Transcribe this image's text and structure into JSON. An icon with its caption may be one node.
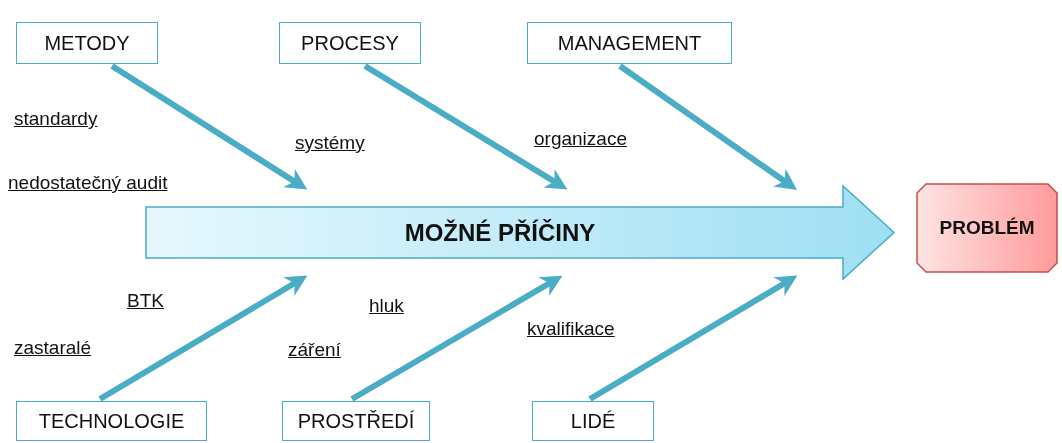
{
  "diagram": {
    "nodes": [
      {
        "text": [
          "METODY"
        ]
      },
      {
        "text": [
          "PROCESY"
        ]
      },
      {
        "text": [
          "MANAGEMENT"
        ]
      },
      {
        "text": [
          "MOŽNÉ PŘÍČINY"
        ]
      },
      {
        "text": [
          "PROBLÉM"
        ]
      },
      {
        "text": [
          "TECHNOLOGIE"
        ]
      },
      {
        "text": [
          "PROSTŘEDÍ"
        ]
      },
      {
        "text": [
          "LIDÉ"
        ]
      }
    ],
    "edges": [
      {
        "from": 0,
        "to": 3,
        "arrow": "to"
      },
      {
        "from": 1,
        "to": 3,
        "arrow": "to"
      },
      {
        "from": 2,
        "to": 3,
        "arrow": "to"
      },
      {
        "from": 5,
        "to": 3,
        "arrow": "to"
      },
      {
        "from": 6,
        "to": 3,
        "arrow": "to"
      },
      {
        "from": 7,
        "to": 3,
        "arrow": "to"
      }
    ],
    "labels": [
      "standardy",
      "systémy",
      "organizace",
      "nedostatečný audit",
      "BTK",
      "hluk",
      "kvalifikace",
      "zastaralé",
      "záření"
    ]
  }
}
